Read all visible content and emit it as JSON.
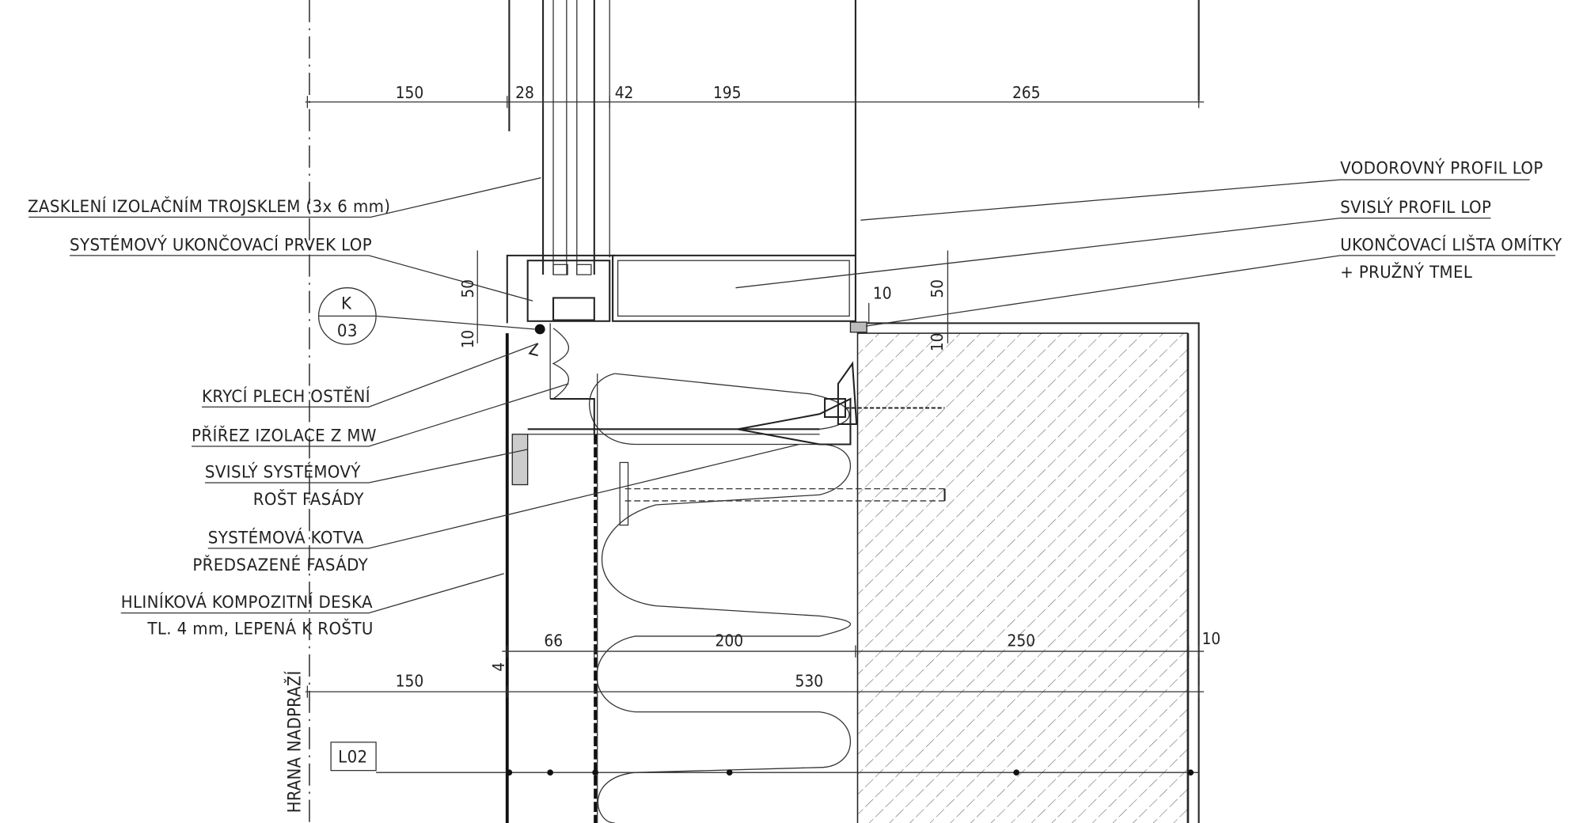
{
  "drawing": {
    "callouts_left": [
      {
        "text": "ZASKLENÍ IZOLAČNÍM TROJSKLEM (3x 6 mm)"
      },
      {
        "text": "SYSTÉMOVÝ UKONČOVACÍ PRVEK LOP"
      },
      {
        "text": "KRYCÍ PLECH OSTĚNÍ"
      },
      {
        "text": "PŘÍŘEZ IZOLACE Z MW"
      },
      {
        "text": "SVISLÝ SYSTÉMOVÝ",
        "line2": "ROŠT FASÁDY"
      },
      {
        "text": "SYSTÉMOVÁ KOTVA",
        "line2": "PŘEDSAZENÉ FASÁDY"
      },
      {
        "text": "HLINÍKOVÁ KOMPOZITNÍ DESKA",
        "line2": "TL. 4 mm, LEPENÁ K ROŠTU"
      }
    ],
    "callouts_right": [
      {
        "text": "VODOROVNÝ PROFIL LOP"
      },
      {
        "text": "SVISLÝ PROFIL LOP"
      },
      {
        "text": "UKONČOVACÍ LIŠTA OMÍTKY",
        "line2": "+ PRUŽNÝ TMEL"
      }
    ],
    "detail_ref": {
      "letter": "K",
      "number": "03"
    },
    "level_tag": "L02",
    "edge_label": "HRANA NADPRAŽÍ",
    "top_dims": [
      "150",
      "28",
      "42",
      "195",
      "265"
    ],
    "small_dims": {
      "left_50": "50",
      "left_10": "10",
      "mid_10": "10",
      "right_50": "50",
      "right_10": "10"
    },
    "bottom_dims": [
      "4",
      "66",
      "200",
      "250",
      "10"
    ],
    "overall_dims": [
      "150",
      "530"
    ]
  }
}
